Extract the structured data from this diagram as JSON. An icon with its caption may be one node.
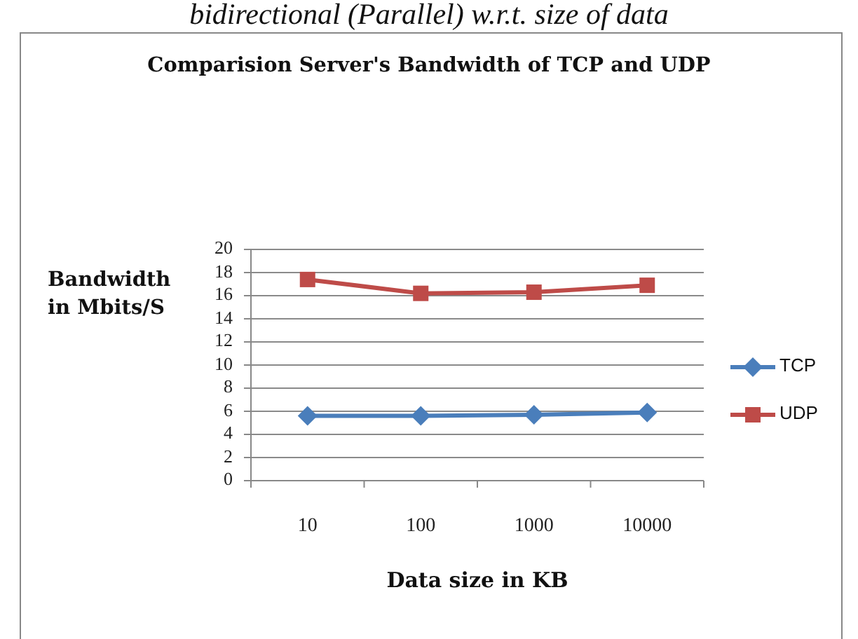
{
  "diagram": {
    "labels": [
      "bidirectional (Parallel) w.r.t. size of data"
    ],
    "chart_data": {
      "type": "line",
      "title": "Comparision Server's Bandwidth of TCP and UDP",
      "xlabel": "Data size in KB",
      "ylabel": "Bandwidth in Mbits/S",
      "categories": [
        "10",
        "100",
        "1000",
        "10000"
      ],
      "series": [
        {
          "name": "TCP",
          "color": "#4a7ebb",
          "marker": "diamond",
          "values": [
            5.6,
            5.6,
            5.7,
            5.9
          ]
        },
        {
          "name": "UDP",
          "color": "#be4b48",
          "marker": "square",
          "values": [
            17.4,
            16.2,
            16.3,
            16.9
          ]
        }
      ],
      "grid": "y",
      "legend": "right",
      "ylim": [
        0,
        20
      ],
      "yticks": [
        0,
        2,
        4,
        6,
        8,
        10,
        12,
        14,
        16,
        18,
        20
      ]
    }
  }
}
